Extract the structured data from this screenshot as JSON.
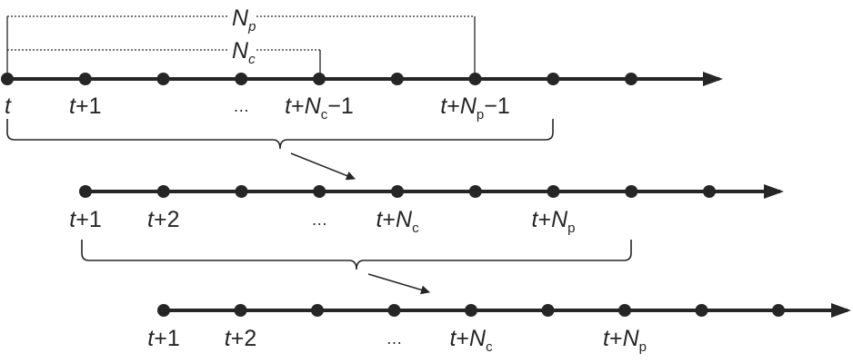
{
  "colors": {
    "ink": "#262626",
    "background": "#ffffff"
  },
  "horizon_brackets": {
    "prediction": {
      "symbol": "N",
      "subscript": "p"
    },
    "control": {
      "symbol": "N",
      "subscript": "c"
    }
  },
  "rows": [
    {
      "id": "step-t",
      "dot_count": 9,
      "labels": [
        {
          "slot": 0,
          "base": "t",
          "plus": "",
          "sym": "",
          "sub": "",
          "tail": ""
        },
        {
          "slot": 1,
          "base": "t",
          "plus": "+1",
          "sym": "",
          "sub": "",
          "tail": ""
        },
        {
          "slot": 3,
          "ellipsis": "…"
        },
        {
          "slot": 4,
          "base": "t",
          "plus": "+",
          "sym": "N",
          "sub": "c",
          "tail": "−1"
        },
        {
          "slot": 6,
          "base": "t",
          "plus": "+",
          "sym": "N",
          "sub": "p",
          "tail": "−1"
        }
      ]
    },
    {
      "id": "step-t1",
      "dot_count": 9,
      "labels": [
        {
          "slot": 0,
          "base": "t",
          "plus": "+1",
          "sym": "",
          "sub": "",
          "tail": ""
        },
        {
          "slot": 1,
          "base": "t",
          "plus": "+2",
          "sym": "",
          "sub": "",
          "tail": ""
        },
        {
          "slot": 3,
          "ellipsis": "…"
        },
        {
          "slot": 4,
          "base": "t",
          "plus": "+",
          "sym": "N",
          "sub": "c",
          "tail": ""
        },
        {
          "slot": 6,
          "base": "t",
          "plus": "+",
          "sym": "N",
          "sub": "p",
          "tail": ""
        }
      ]
    },
    {
      "id": "step-t2",
      "dot_count": 9,
      "labels": [
        {
          "slot": 0,
          "base": "t",
          "plus": "+1",
          "sym": "",
          "sub": "",
          "tail": ""
        },
        {
          "slot": 1,
          "base": "t",
          "plus": "+2",
          "sym": "",
          "sub": "",
          "tail": ""
        },
        {
          "slot": 3,
          "ellipsis": "…"
        },
        {
          "slot": 4,
          "base": "t",
          "plus": "+",
          "sym": "N",
          "sub": "c",
          "tail": ""
        },
        {
          "slot": 6,
          "base": "t",
          "plus": "+",
          "sym": "N",
          "sub": "p",
          "tail": ""
        }
      ]
    }
  ]
}
